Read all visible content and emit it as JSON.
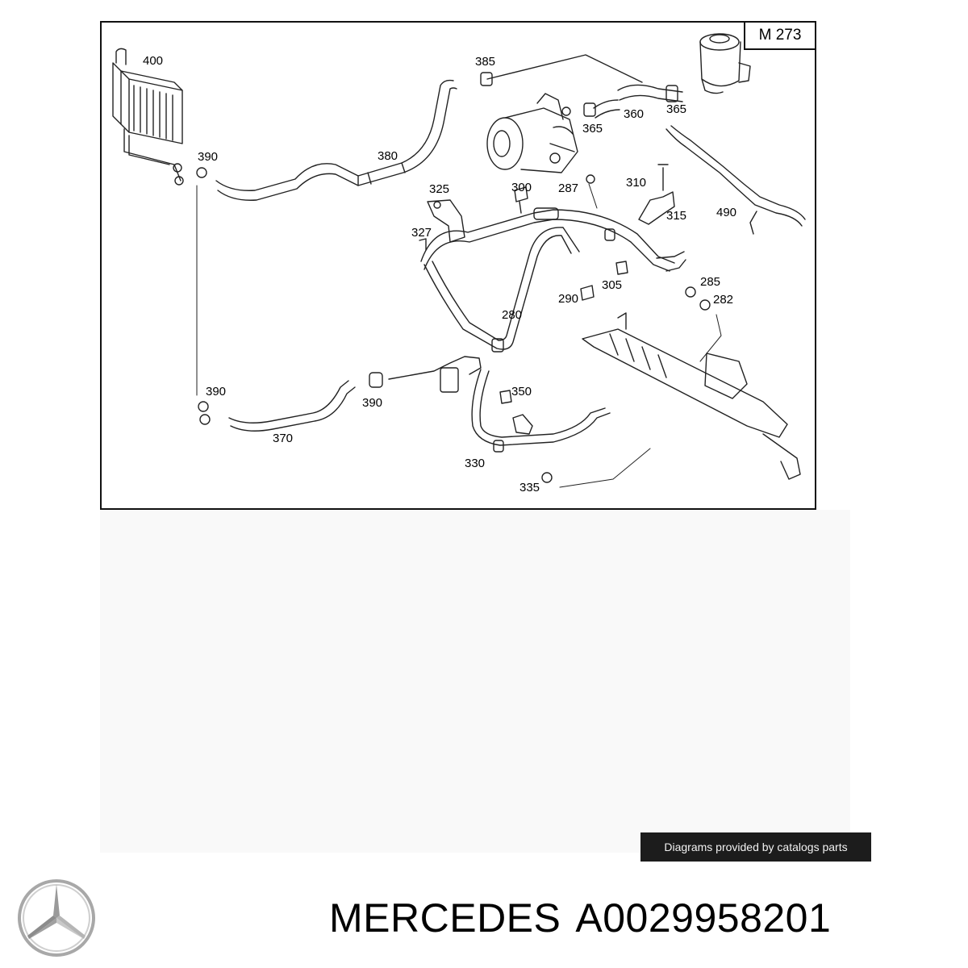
{
  "diagram": {
    "code": "M 273",
    "callouts": [
      "400",
      "385",
      "360",
      "365",
      "365",
      "390",
      "380",
      "325",
      "300",
      "287",
      "310",
      "327",
      "315",
      "490",
      "305",
      "290",
      "285",
      "280",
      "282",
      "390",
      "390",
      "350",
      "370",
      "330",
      "335"
    ]
  },
  "credit": {
    "text": "Diagrams provided by catalogs parts"
  },
  "footer": {
    "brand": "MERCEDES",
    "part_number": "A0029958201"
  },
  "logo": {
    "icon": "mercedes-star-icon",
    "color": "#9a9a9a"
  }
}
